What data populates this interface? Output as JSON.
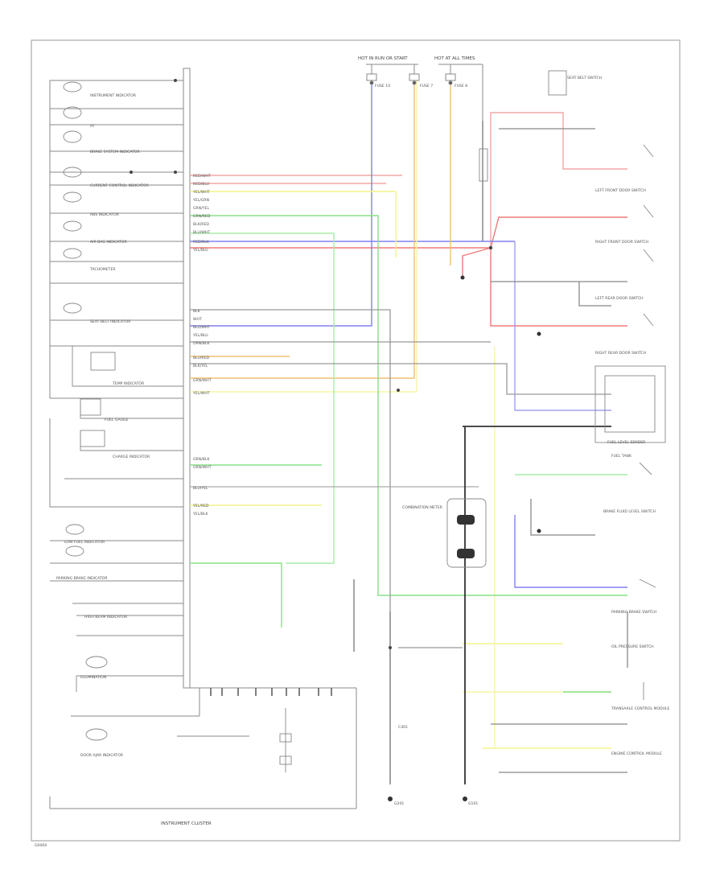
{
  "footer": {
    "cluster_label": "INSTRUMENT CLUSTER",
    "page_code": "G0000"
  },
  "fuses": {
    "hot_in_run": "HOT IN RUN OR START",
    "hot_at_all_times": "HOT AT ALL TIMES",
    "fuse_a": "FUSE 10",
    "fuse_b": "FUSE 7",
    "fuse_c": "FUSE 8"
  },
  "left_indicators": [
    "INSTRUMENT INDICATOR",
    "AT",
    "BRAKE SYSTEM INDICATOR",
    "CURRENT CONTROL INDICATOR",
    "ABS INDICATOR",
    "AIR BAG INDICATOR",
    "TACHOMETER",
    "SEAT BELT INDICATOR",
    "TEMP INDICATOR",
    "FUEL GAUGE",
    "CHARGE INDICATOR",
    "LOW FUEL INDICATOR",
    "HIGH BEAM INDICATOR",
    "ILLUMINATION",
    "PARKING BRAKE INDICATOR",
    "DOOR AJAR INDICATOR"
  ],
  "wire_labels_top": [
    "RED/WHT",
    "RED/BLU",
    "YEL/WHT",
    "YEL/GRN",
    "GRN/YEL",
    "GRN/RED",
    "BLK/RED",
    "BLU/WHT",
    "RED/BLK",
    "YEL/BLU"
  ],
  "wire_labels_mid": [
    "BLK",
    "WHT",
    "BLU/WHT",
    "YEL/BLU",
    "ORN/BLK",
    "BLU/RED",
    "BLK/YEL",
    "GRN/WHT",
    "YEL/WHT"
  ],
  "wire_labels_low": [
    "GRN/BLK",
    "GRN/WHT",
    "BLU/YEL",
    "YEL/RED",
    "YEL/BLK"
  ],
  "right_components": {
    "seat_belt_switch": "SEAT BELT SWITCH",
    "left_front_door": "LEFT FRONT DOOR SWITCH",
    "right_front_door": "RIGHT FRONT DOOR SWITCH",
    "left_rear_door": "LEFT REAR DOOR SWITCH",
    "right_rear_door": "RIGHT REAR DOOR SWITCH",
    "fuel_gauge_sender": "FUEL LEVEL SENDER",
    "fuel_tank": "FUEL TANK",
    "brake_fluid_switch": "BRAKE FLUID LEVEL SWITCH",
    "parking_brake_switch": "PARKING BRAKE SWITCH",
    "oil_pressure_switch": "OIL PRESSURE SWITCH",
    "ecm": "ENGINE CONTROL MODULE",
    "tcm": "TRANSAXLE CONTROL MODULE",
    "combination_meter": "COMBINATION METER",
    "ground_a": "G201",
    "ground_b": "G101",
    "connector": "C401"
  },
  "wire_colors": {
    "red": "#f07878",
    "pink": "#f3a6a6",
    "blue": "#8080f0",
    "yellow": "#f3f38a",
    "light_yellow": "#f6f6a6",
    "green": "#88e088",
    "orange": "#f0c070",
    "dark": "#333333",
    "grey": "#888888",
    "frame": "#aaaaaa"
  }
}
